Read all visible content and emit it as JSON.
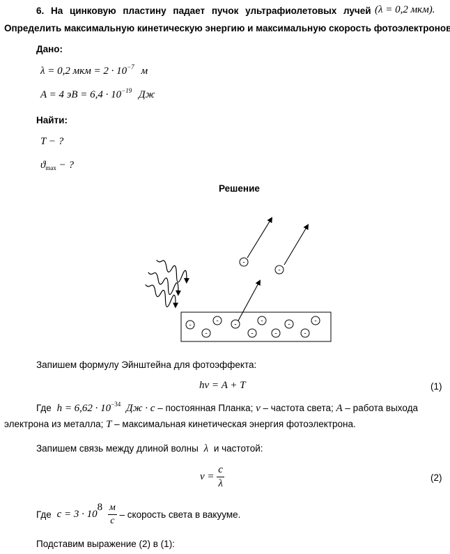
{
  "problem": {
    "number": "6.",
    "line1": "На цинковую пластину падает пучок ультрафиолетовых лучей",
    "line1_cond": "(λ = 0,2 мкм).",
    "line2": "Определить максимальную кинетическую энергию и максимальную скорость фотоэлектронов."
  },
  "given": {
    "heading": "Дано:",
    "lambda_eq": "λ = 0,2 мкм = 2 · 10",
    "lambda_exp": "−7",
    "lambda_unit": "м",
    "work_eq": "A = 4 эВ = 6,4 · 10",
    "work_exp": "−19",
    "work_unit": "Дж"
  },
  "find": {
    "heading": "Найти:",
    "item1": "T − ?",
    "item2_sym": "ϑ",
    "item2_sub": "max",
    "item2_rest": " − ?"
  },
  "solution": {
    "heading": "Решение",
    "p1": "Запишем формулу Эйнштейна для фотоэффекта:",
    "eq1": "hν = A + T",
    "eq1_num": "(1)",
    "p2_where": "Где",
    "p2_h": "h = 6,62 · 10",
    "p2_h_exp": "−34",
    "p2_h_unit": "Дж · с",
    "p2_t1": " – постоянная Планка; ",
    "p2_nu": "ν",
    "p2_t2": " – частота света; ",
    "p2_A": "A",
    "p2_t3": " – работа выхода",
    "p2_line2a": "электрона из металла; ",
    "p2_T": "T",
    "p2_line2b": " – максимальная кинетическая энергия фотоэлектрона.",
    "p3": "Запишем связь между длиной волны",
    "p3_lambda": "λ",
    "p3_end": "и частотой:",
    "eq2_lhs": "ν =",
    "eq2_num": "c",
    "eq2_den": "λ",
    "eq2_no": "(2)",
    "p4_where": "Где",
    "p4_c": "c = 3 · 10",
    "p4_c_exp": "8",
    "p4_unit_num": "м",
    "p4_unit_den": "с",
    "p4_text": " – скорость света в вакууме.",
    "p5": "Подставим выражение (2) в (1):"
  },
  "figure": {
    "electron_sign": "-"
  }
}
